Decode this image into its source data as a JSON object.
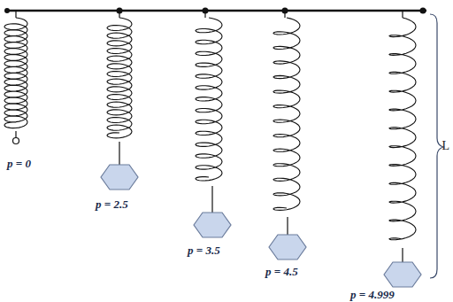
{
  "diagram": {
    "labels": [
      "p = 0",
      "p = 2.5",
      "p = 3.5",
      "p = 4.5",
      "p = 4.999",
      "L"
    ]
  }
}
